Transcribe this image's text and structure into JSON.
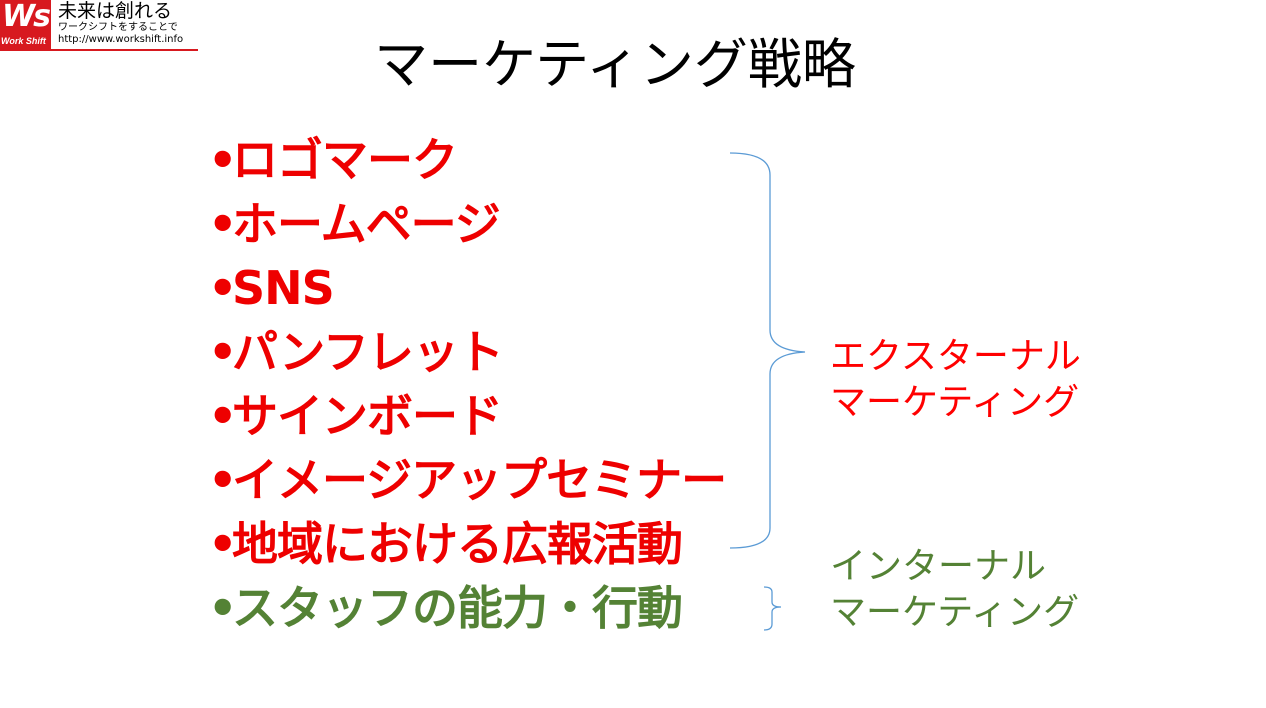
{
  "logo": {
    "mark": "Ws",
    "mark_sub": "Work Shift",
    "title": "未来は創れる",
    "tagline": "ワークシフトをすることで",
    "url": "http://www.workshift.info"
  },
  "title": "マーケティング戦略",
  "bullets": [
    {
      "dot": "•",
      "text": "ロゴマーク",
      "color": "#ee0000"
    },
    {
      "dot": "•",
      "text": "ホームページ",
      "color": "#ee0000"
    },
    {
      "dot": "•",
      "text": "SNS",
      "color": "#ee0000"
    },
    {
      "dot": "•",
      "text": "パンフレット",
      "color": "#ee0000"
    },
    {
      "dot": "•",
      "text": "サインボード",
      "color": "#ee0000"
    },
    {
      "dot": "•",
      "text": "イメージアップセミナー",
      "color": "#ee0000"
    },
    {
      "dot": "•",
      "text": "地域における広報活動",
      "color": "#ee0000"
    },
    {
      "dot": "•",
      "text": "スタッフの能力・行動",
      "color": "#548235"
    }
  ],
  "external_label": {
    "line1": "エクスターナル",
    "line2": "マーケティング",
    "color": "#ff0000"
  },
  "internal_label": {
    "line1": "インターナル",
    "line2": "マーケティング",
    "color": "#548235"
  },
  "colors": {
    "brand_red": "#d7191f",
    "brace_blue": "#5b9bd5"
  }
}
